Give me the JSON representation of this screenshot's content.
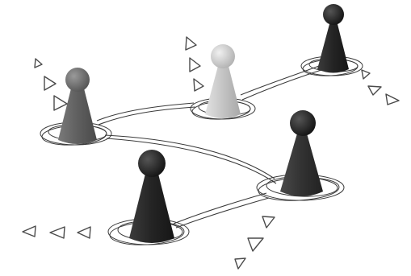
{
  "scene": {
    "background": "#ffffff",
    "stroke_color": "#3a3a3a",
    "triangle_stroke": "#4a4a4a",
    "pieces": [
      {
        "id": "left",
        "shade": "mid-gray",
        "body": "#5f5f5f",
        "head": "#6a6a6a"
      },
      {
        "id": "center-top",
        "shade": "light-gray",
        "body": "#bdbdbd",
        "head": "#cfcfcf"
      },
      {
        "id": "top-right",
        "shade": "black",
        "body": "#1f1f1f",
        "head": "#2a2a2a"
      },
      {
        "id": "right",
        "shade": "dark-gray",
        "body": "#2f2f2f",
        "head": "#393939"
      },
      {
        "id": "bottom",
        "shade": "black",
        "body": "#222222",
        "head": "#2c2c2c"
      }
    ],
    "triangle_groups": [
      "top-left",
      "top-center",
      "right",
      "bottom-left",
      "bottom-center"
    ]
  }
}
